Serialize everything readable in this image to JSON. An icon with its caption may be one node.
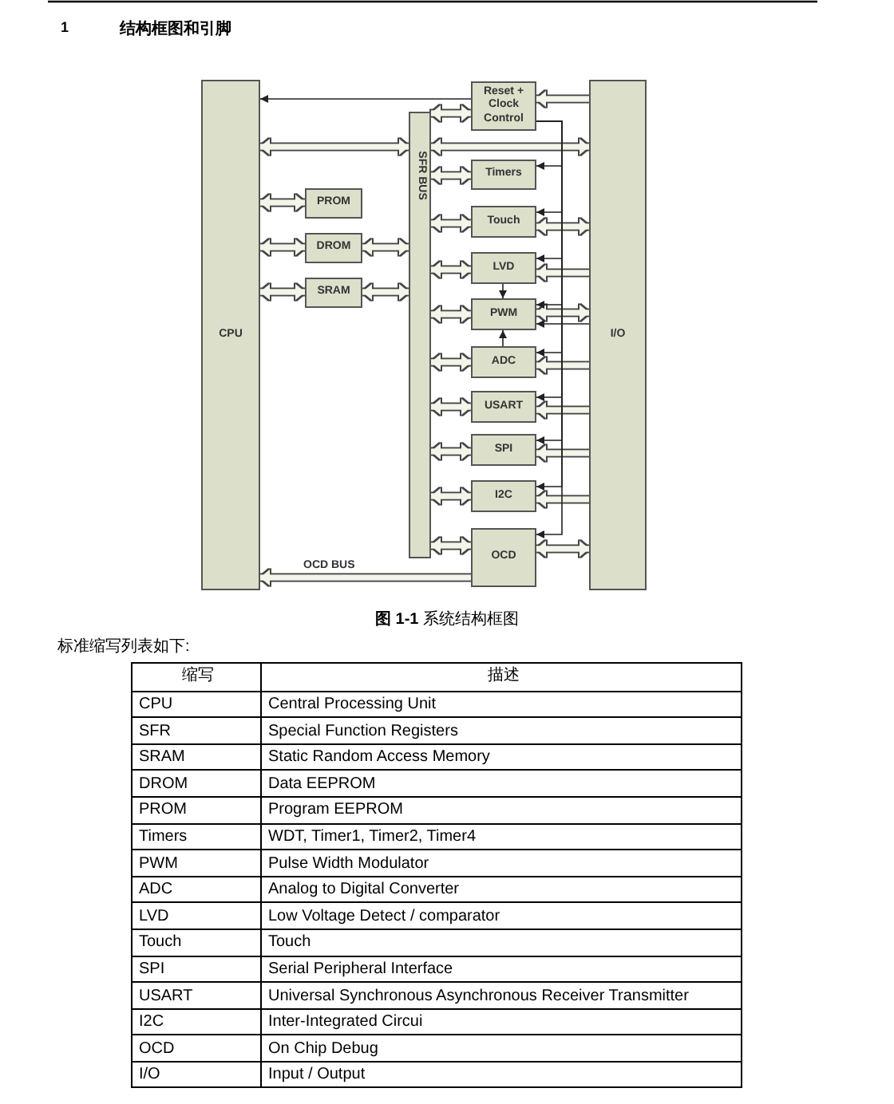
{
  "diagram": {
    "title": "结构框图和引脚",
    "caption": "**图 1-1** 系统结构框图",
    "nodes": [
      {
        "text": [
          "CPU"
        ]
      },
      {
        "text": [
          "SFR BUS"
        ]
      },
      {
        "text": [
          "PROM"
        ]
      },
      {
        "text": [
          "DROM"
        ]
      },
      {
        "text": [
          "SRAM"
        ]
      },
      {
        "text": [
          "Reset + Clock Control"
        ]
      },
      {
        "text": [
          "Timers"
        ]
      },
      {
        "text": [
          "Touch"
        ]
      },
      {
        "text": [
          "LVD"
        ]
      },
      {
        "text": [
          "PWM"
        ]
      },
      {
        "text": [
          "ADC"
        ]
      },
      {
        "text": [
          "USART"
        ]
      },
      {
        "text": [
          "SPI"
        ]
      },
      {
        "text": [
          "I2C"
        ]
      },
      {
        "text": [
          "OCD"
        ]
      },
      {
        "text": [
          "I/O"
        ]
      }
    ],
    "edges": [
      {
        "from": 0,
        "to": 2,
        "arrow": "both"
      },
      {
        "from": 0,
        "to": 3,
        "arrow": "both"
      },
      {
        "from": 0,
        "to": 4,
        "arrow": "both"
      },
      {
        "from": 3,
        "to": 1,
        "arrow": "both"
      },
      {
        "from": 4,
        "to": 1,
        "arrow": "both"
      },
      {
        "from": 0,
        "to": 1,
        "arrow": "both"
      },
      {
        "from": 1,
        "to": 15,
        "arrow": "both"
      },
      {
        "from": 1,
        "to": 5,
        "arrow": "both"
      },
      {
        "from": 1,
        "to": 6,
        "arrow": "both"
      },
      {
        "from": 1,
        "to": 7,
        "arrow": "both"
      },
      {
        "from": 1,
        "to": 8,
        "arrow": "both"
      },
      {
        "from": 1,
        "to": 9,
        "arrow": "both"
      },
      {
        "from": 1,
        "to": 10,
        "arrow": "both"
      },
      {
        "from": 1,
        "to": 11,
        "arrow": "both"
      },
      {
        "from": 1,
        "to": 12,
        "arrow": "both"
      },
      {
        "from": 1,
        "to": 13,
        "arrow": "both"
      },
      {
        "from": 1,
        "to": 14,
        "arrow": "both"
      },
      {
        "from": 15,
        "to": 5,
        "arrow": "to"
      },
      {
        "from": 7,
        "to": 15,
        "arrow": "both"
      },
      {
        "from": 15,
        "to": 8,
        "arrow": "to"
      },
      {
        "from": 9,
        "to": 15,
        "arrow": "both"
      },
      {
        "from": 15,
        "to": 9,
        "arrow": "to",
        "color": "#222222"
      },
      {
        "from": 15,
        "to": 10,
        "arrow": "to"
      },
      {
        "from": 15,
        "to": 11,
        "arrow": "to"
      },
      {
        "from": 15,
        "to": 12,
        "arrow": "to"
      },
      {
        "from": 15,
        "to": 13,
        "arrow": "to"
      },
      {
        "from": 14,
        "to": 15,
        "arrow": "both"
      },
      {
        "from": 5,
        "to": 0,
        "arrow": "to",
        "color": "#222222"
      },
      {
        "from": 5,
        "to": 6,
        "arrow": "to",
        "color": "#222222"
      },
      {
        "from": 5,
        "to": 7,
        "arrow": "to",
        "color": "#222222"
      },
      {
        "from": 5,
        "to": 8,
        "arrow": "to",
        "color": "#222222"
      },
      {
        "from": 5,
        "to": 9,
        "arrow": "to",
        "color": "#222222"
      },
      {
        "from": 5,
        "to": 10,
        "arrow": "to",
        "color": "#222222"
      },
      {
        "from": 5,
        "to": 11,
        "arrow": "to",
        "color": "#222222"
      },
      {
        "from": 5,
        "to": 12,
        "arrow": "to",
        "color": "#222222"
      },
      {
        "from": 5,
        "to": 13,
        "arrow": "to",
        "color": "#222222"
      },
      {
        "from": 5,
        "to": 14,
        "arrow": "to",
        "color": "#222222"
      },
      {
        "from": 8,
        "to": 9,
        "arrow": "to",
        "color": "#222222"
      },
      {
        "from": 10,
        "to": 9,
        "arrow": "to",
        "color": "#222222"
      },
      {
        "from": 14,
        "to": 0,
        "arrow": "to",
        "label": "OCD BUS"
      }
    ],
    "labels": [
      "1",
      "标准缩写列表如下:",
      "缩写",
      "描述",
      "CPU",
      "Central Processing Unit",
      "SFR",
      "Special Function Registers",
      "SRAM",
      "Static Random Access Memory",
      "DROM",
      "Data EEPROM",
      "PROM",
      "Program EEPROM",
      "Timers",
      "WDT, Timer1, Timer2, Timer4",
      "PWM",
      "Pulse Width Modulator",
      "ADC",
      "Analog to Digital Converter",
      "LVD",
      "Low Voltage Detect / comparator",
      "Touch",
      "Touch",
      "SPI",
      "Serial Peripheral Interface",
      "USART",
      "Universal Synchronous Asynchronous Receiver Transmitter",
      "I2C",
      "Inter-Integrated Circui",
      "OCD",
      "On Chip Debug",
      "I/O",
      "Input / Output"
    ]
  }
}
